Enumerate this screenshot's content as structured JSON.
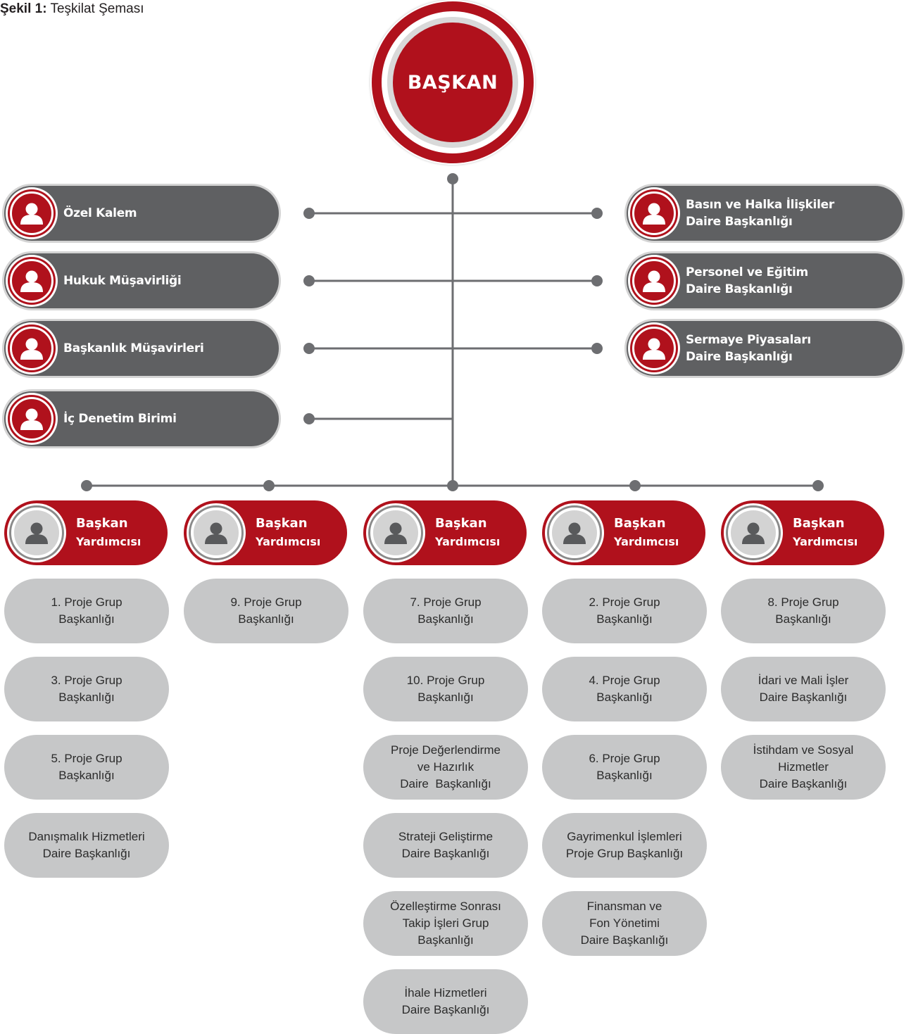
{
  "caption": {
    "number": "Şekil 1:",
    "title": "Teşkilat Şeması"
  },
  "president": {
    "label": "BAŞKAN"
  },
  "colors": {
    "red": "#b0111c",
    "dark_grey": "#5f6062",
    "light_grey": "#c6c7c8",
    "connector": "#6d6e71"
  },
  "left_units": [
    {
      "lines": [
        "Özel Kalem"
      ]
    },
    {
      "lines": [
        "Hukuk Müşavirliği"
      ]
    },
    {
      "lines": [
        "Başkanlık Müşavirleri"
      ]
    },
    {
      "lines": [
        "İç Denetim Birimi"
      ]
    }
  ],
  "right_units": [
    {
      "lines": [
        "Basın ve Halka İlişkiler",
        "Daire Başkanlığı"
      ]
    },
    {
      "lines": [
        "Personel ve Eğitim",
        "Daire Başkanlığı"
      ]
    },
    {
      "lines": [
        "Sermaye Piyasaları",
        "Daire Başkanlığı"
      ]
    }
  ],
  "vice_presidents": [
    {
      "line1": "Başkan",
      "line2": "Yardımcısı",
      "departments": [
        {
          "lines": [
            "1. Proje Grup",
            "Başkanlığı"
          ]
        },
        {
          "lines": [
            "3. Proje Grup",
            "Başkanlığı"
          ]
        },
        {
          "lines": [
            "5. Proje Grup",
            "Başkanlığı"
          ]
        },
        {
          "lines": [
            "Danışmalık Hizmetleri",
            "Daire Başkanlığı"
          ]
        }
      ]
    },
    {
      "line1": "Başkan",
      "line2": "Yardımcısı",
      "departments": [
        {
          "lines": [
            "9. Proje Grup",
            "Başkanlığı"
          ]
        }
      ]
    },
    {
      "line1": "Başkan",
      "line2": "Yardımcısı",
      "departments": [
        {
          "lines": [
            "7. Proje Grup",
            "Başkanlığı"
          ]
        },
        {
          "lines": [
            "10. Proje Grup",
            "Başkanlığı"
          ]
        },
        {
          "lines": [
            "Proje Değerlendirme",
            "ve Hazırlık",
            "Daire  Başkanlığı"
          ]
        },
        {
          "lines": [
            "Strateji Geliştirme",
            "Daire Başkanlığı"
          ]
        },
        {
          "lines": [
            "Özelleştirme Sonrası",
            "Takip İşleri Grup",
            "Başkanlığı"
          ]
        },
        {
          "lines": [
            "İhale Hizmetleri",
            "Daire Başkanlığı"
          ]
        }
      ]
    },
    {
      "line1": "Başkan",
      "line2": "Yardımcısı",
      "departments": [
        {
          "lines": [
            "2. Proje Grup",
            "Başkanlığı"
          ]
        },
        {
          "lines": [
            "4. Proje Grup",
            "Başkanlığı"
          ]
        },
        {
          "lines": [
            "6. Proje Grup",
            "Başkanlığı"
          ]
        },
        {
          "lines": [
            "Gayrimenkul İşlemleri",
            "Proje Grup Başkanlığı"
          ]
        },
        {
          "lines": [
            "Finansman ve",
            "Fon Yönetimi",
            "Daire Başkanlığı"
          ]
        }
      ]
    },
    {
      "line1": "Başkan",
      "line2": "Yardımcısı",
      "departments": [
        {
          "lines": [
            "8. Proje Grup",
            "Başkanlığı"
          ]
        },
        {
          "lines": [
            "İdari ve Mali İşler",
            "Daire Başkanlığı"
          ]
        },
        {
          "lines": [
            "İstihdam ve Sosyal",
            "Hizmetler",
            "Daire Başkanlığı"
          ]
        }
      ]
    }
  ]
}
